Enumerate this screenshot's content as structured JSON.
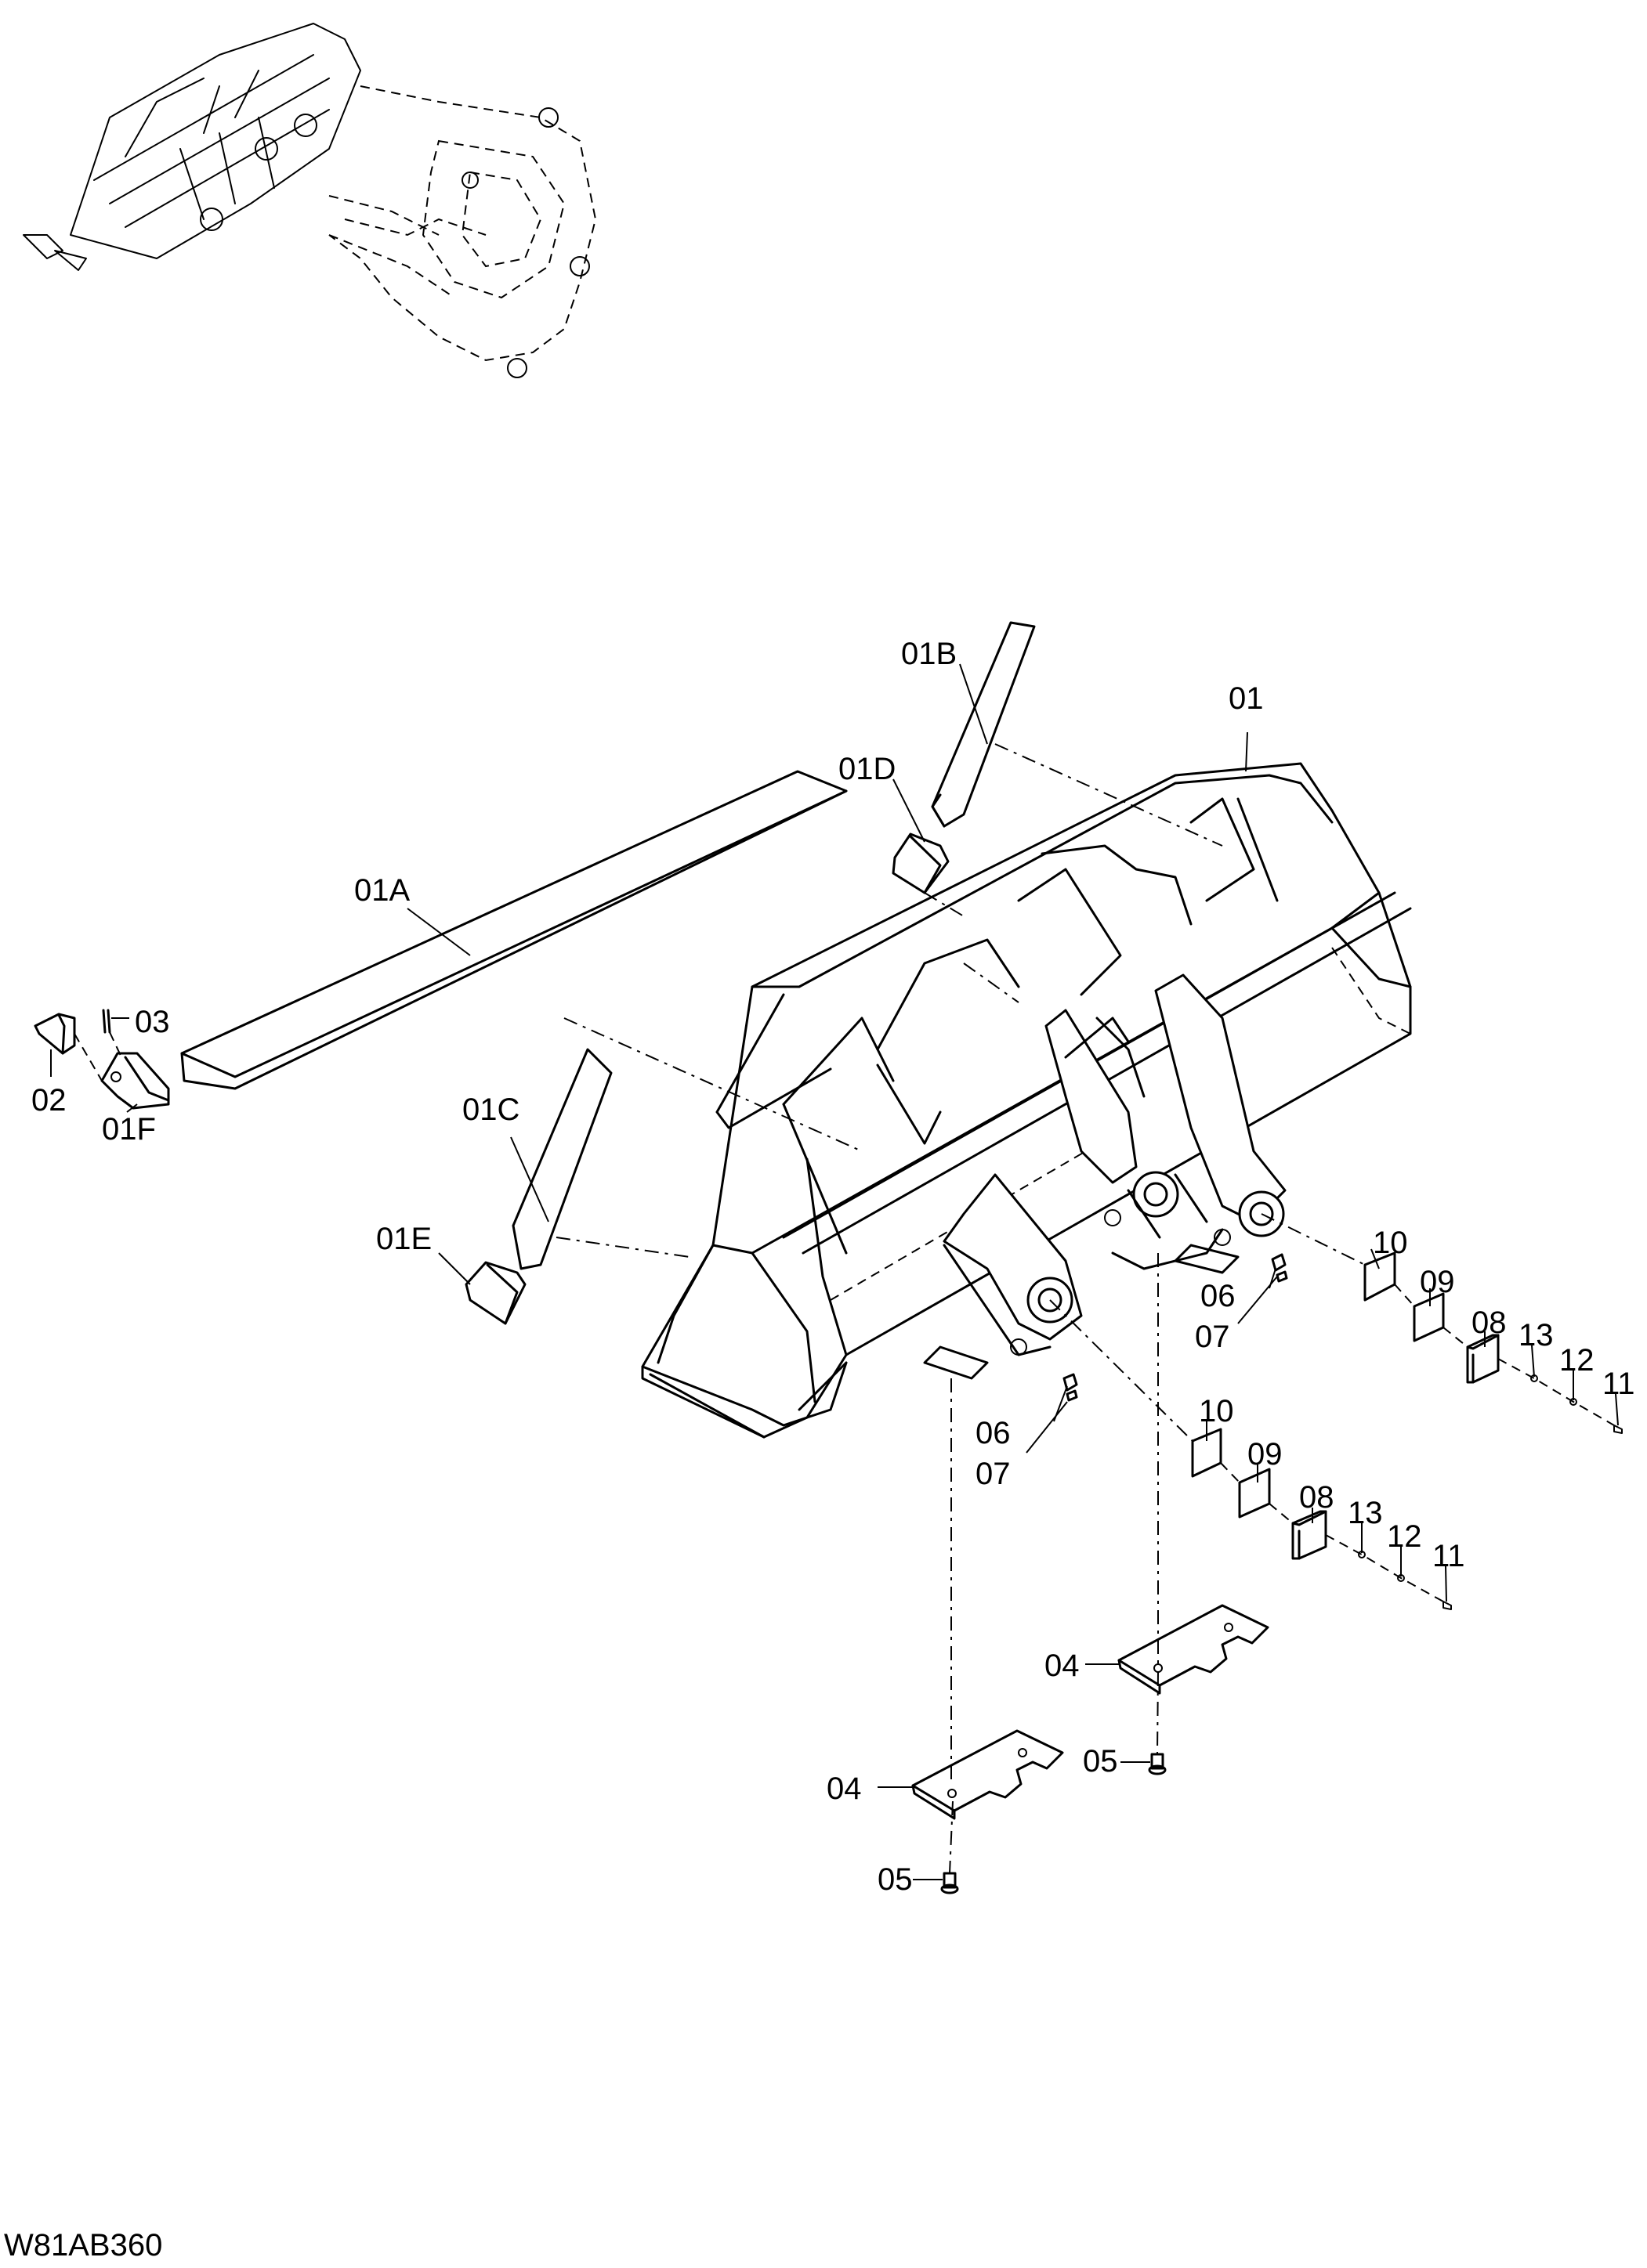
{
  "drawing_code": "W81AB360",
  "labels": {
    "p01": "01",
    "p01A": "01A",
    "p01B": "01B",
    "p01C": "01C",
    "p01D": "01D",
    "p01E": "01E",
    "p01F": "01F",
    "p02": "02",
    "p03": "03",
    "p04": "04",
    "p05": "05",
    "p06": "06",
    "p07": "07",
    "p08": "08",
    "p09": "09",
    "p10": "10",
    "p11": "11",
    "p12": "12",
    "p13": "13"
  }
}
